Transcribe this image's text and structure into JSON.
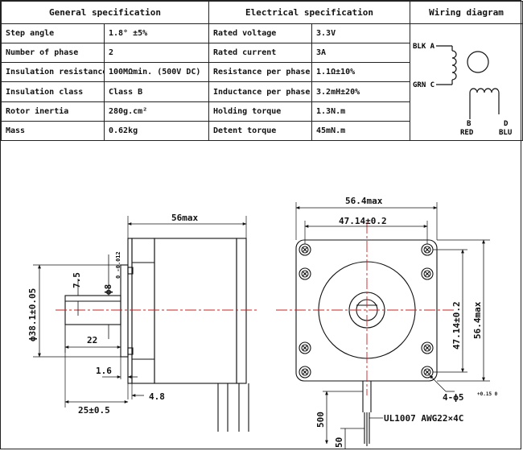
{
  "headers": {
    "general": "General specification",
    "electrical": "Electrical specification",
    "wiring": "Wiring diagram"
  },
  "rows": [
    {
      "gl": "Step angle",
      "gv": "1.8° ±5%",
      "el": "Rated voltage",
      "ev": "3.3V"
    },
    {
      "gl": "Number of phase",
      "gv": "2",
      "el": "Rated current",
      "ev": "3A"
    },
    {
      "gl": "Insulation resistance",
      "gv": "100MΩmin. (500V DC)",
      "el": "Resistance per phase",
      "ev": "1.1Ω±10%"
    },
    {
      "gl": "Insulation class",
      "gv": "Class B",
      "el": "Inductance per phase",
      "ev": "3.2mH±20%"
    },
    {
      "gl": "Rotor inertia",
      "gv": "280g.cm²",
      "el": "Holding torque",
      "ev": "1.3N.m"
    },
    {
      "gl": "Mass",
      "gv": "0.62kg",
      "el": "Detent torque",
      "ev": "45mN.m"
    }
  ],
  "wiring": {
    "blk": "BLK A",
    "grn": "GRN C",
    "b": "B",
    "d": "D",
    "red": "RED",
    "blu": "BLU"
  },
  "drawing": {
    "side_length": "56max",
    "shaft_dia": "ϕ8",
    "shaft_tol": "0 -0.012",
    "flat": "7.5",
    "boss_dia": "ϕ38.1±0.05",
    "shaft_len": "22",
    "boss_h": "1.6",
    "total_len": "25±0.5",
    "flange_t": "4.8",
    "front_w": "56.4max",
    "hole_pitch_h": "47.14±0.2",
    "hole_pitch_v": "47.14±0.2",
    "front_h": "56.4max",
    "holes": "4-ϕ5",
    "holes_tol": "+0.15 0",
    "cable_len": "500",
    "strip_len": "50",
    "cable": "UL1007 AWG22×4C"
  }
}
